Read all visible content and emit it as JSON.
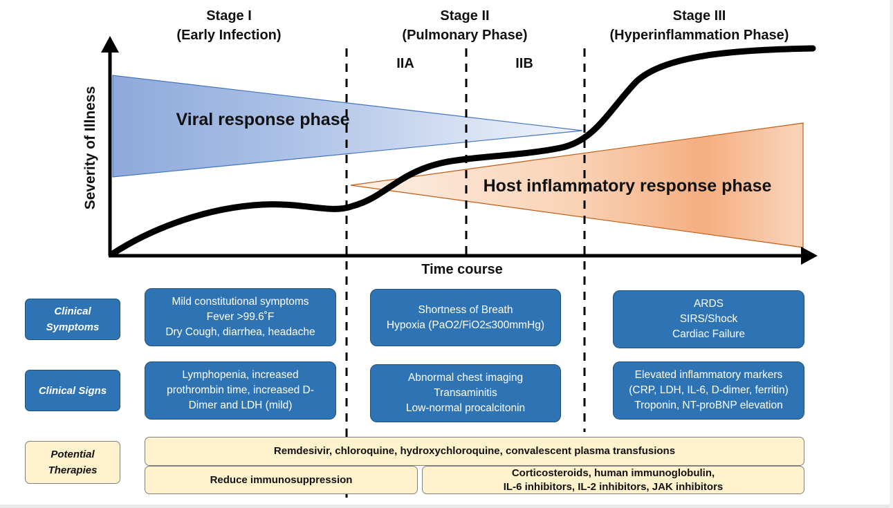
{
  "stages": [
    {
      "title": "Stage I",
      "subtitle": "(Early Infection)"
    },
    {
      "title": "Stage II",
      "subtitle": "(Pulmonary Phase)"
    },
    {
      "title": "Stage III",
      "subtitle": "(Hyperinflammation Phase)"
    }
  ],
  "substages": [
    "IIA",
    "IIB"
  ],
  "axes": {
    "y_label": "Severity of Illness",
    "x_label": "Time course"
  },
  "phases": {
    "viral": "Viral response phase",
    "host": "Host inflammatory response phase"
  },
  "rows": {
    "symptoms_label": "Clinical\nSymptoms",
    "signs_label": "Clinical Signs",
    "therapies_label": "Potential\nTherapies"
  },
  "symptoms": {
    "stage1": "Mild constitutional symptoms\nFever >99.6˚F\nDry Cough, diarrhea, headache",
    "stage2": "Shortness of Breath\nHypoxia (PaO2/FiO2≤300mmHg)",
    "stage3": "ARDS\nSIRS/Shock\nCardiac Failure"
  },
  "signs": {
    "stage1": "Lymphopenia, increased\nprothrombin time, increased D-\nDimer and LDH (mild)",
    "stage2": "Abnormal chest imaging\nTransaminitis\nLow-normal procalcitonin",
    "stage3": "Elevated inflammatory markers\n(CRP, LDH, IL-6, D-dimer, ferritin)\nTroponin, NT-proBNP elevation"
  },
  "therapies": {
    "all": "Remdesivir, chloroquine, hydroxychloroquine, convalescent plasma transfusions",
    "early": "Reduce immunosuppression",
    "late": "Corticosteroids, human immunoglobulin,\nIL-6 inhibitors, IL-2 inhibitors, JAK inhibitors"
  },
  "colors": {
    "viral_dark": "#8faadc",
    "viral_light": "#eef3fb",
    "host_light": "#fbe5d6",
    "host_dark": "#f4b183",
    "box_blue": "#2e74b5",
    "cream": "#fff2cc"
  }
}
